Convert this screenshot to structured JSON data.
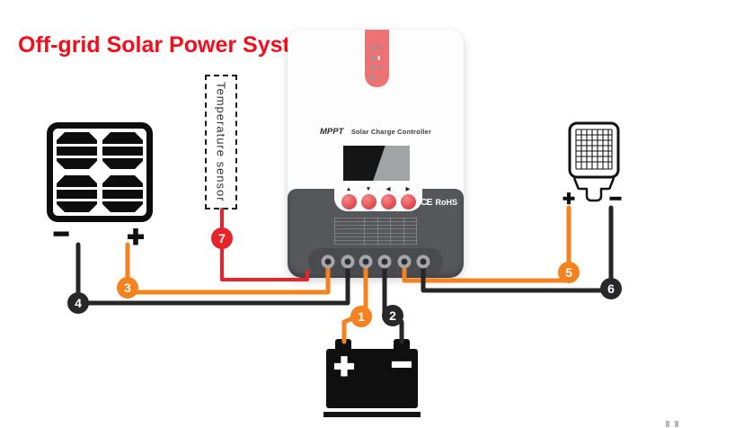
{
  "title": {
    "text": "Off-grid Solar Power System"
  },
  "palette": {
    "title_red": "#F60D1B",
    "wire_orange": "#F5821F",
    "wire_black": "#262626",
    "wire_red": "#E8232A",
    "controller_tab_pink": "#EE7173",
    "controller_dark_gray": "#56575B"
  },
  "temperature_sensor": {
    "label": "Temperature sensor"
  },
  "solar_panel": {
    "minus": "−",
    "plus": "+"
  },
  "street_light": {
    "plus": "+",
    "minus": "−"
  },
  "battery": {
    "plus": "+",
    "minus": "−"
  },
  "controller": {
    "brand": "MPPT",
    "title": "Solar Charge Controller",
    "ce": "CE",
    "rohs": "RoHS",
    "nav_arrows": [
      "▲",
      "▼",
      "◀",
      "▶"
    ],
    "led_icons": [
      {
        "name": "solar-led-icon",
        "glyph": "▤"
      },
      {
        "name": "battery-led-icon",
        "glyph": "▮"
      },
      {
        "name": "load-led-icon",
        "glyph": "◍"
      },
      {
        "name": "fault-led-icon",
        "glyph": "△"
      }
    ]
  },
  "connections": [
    {
      "id": "1",
      "color": "#F5821F"
    },
    {
      "id": "2",
      "color": "#28282A"
    },
    {
      "id": "3",
      "color": "#F5821F"
    },
    {
      "id": "4",
      "color": "#28282A"
    },
    {
      "id": "5",
      "color": "#F5821F"
    },
    {
      "id": "6",
      "color": "#28282A"
    },
    {
      "id": "7",
      "color": "#E8232A"
    }
  ]
}
